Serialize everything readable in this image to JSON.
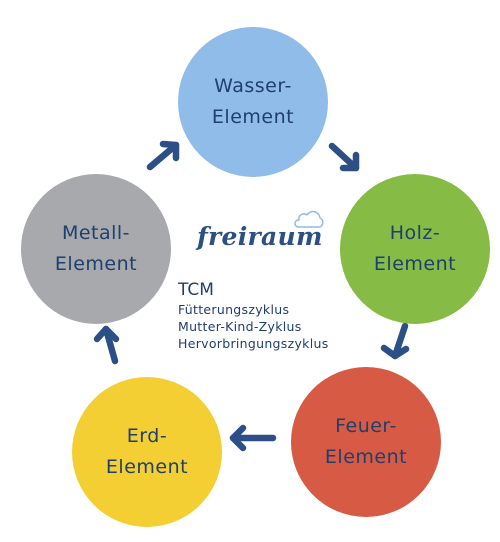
{
  "colors": {
    "water": "#8fbce8",
    "wood": "#86bc45",
    "fire": "#d75a45",
    "earth": "#f3cf33",
    "metal": "#a7a9ac",
    "arrow": "#2c4f86",
    "text": "#1f3f6e"
  },
  "elements": {
    "water": {
      "line1": "Wasser-",
      "line2": "Element"
    },
    "wood": {
      "line1": "Holz-",
      "line2": "Element"
    },
    "fire": {
      "line1": "Feuer-",
      "line2": "Element"
    },
    "earth": {
      "line1": "Erd-",
      "line2": "Element"
    },
    "metal": {
      "line1": "Metall-",
      "line2": "Element"
    }
  },
  "logo": {
    "text": "freiraum",
    "icon": "cloud-icon"
  },
  "legend": {
    "title": "TCM",
    "lines": [
      "Fütterungszyklus",
      "Mutter-Kind-Zyklus",
      "Hervorbringungszyklus"
    ]
  }
}
